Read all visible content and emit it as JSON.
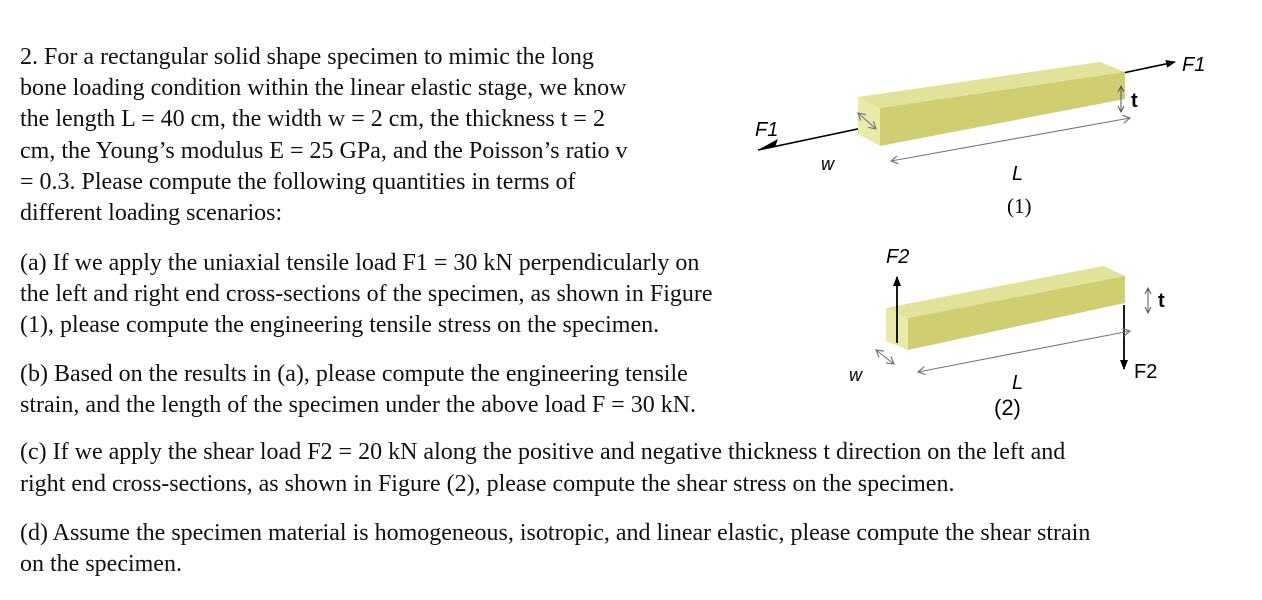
{
  "problem": {
    "intro_lines": [
      "2. For a rectangular solid shape specimen to mimic the long",
      "bone loading condition within the linear elastic stage, we know",
      "the length L = 40 cm, the width w = 2 cm, the thickness t = 2",
      "cm, the Young’s modulus E = 25 GPa, and the Poisson’s ratio v",
      "= 0.3. Please compute the following quantities in terms of",
      "different loading scenarios:"
    ],
    "part_a_lines": [
      "(a) If we apply the uniaxial tensile load F1 = 30 kN perpendicularly on",
      "the left and right end cross-sections of the specimen, as shown in Figure",
      "(1), please compute the engineering tensile stress on the specimen."
    ],
    "part_b_lines": [
      "(b) Based on the results in (a), please compute the engineering tensile",
      "strain, and the length of the specimen under the above load F = 30 kN."
    ],
    "part_c_lines": [
      "(c) If we apply the shear load F2 = 20 kN along the positive and negative thickness t direction on the left and",
      "right end cross-sections, as shown in Figure (2), please compute the shear stress on the specimen."
    ],
    "part_d_lines": [
      "(d) Assume the specimen material is homogeneous, isotropic, and linear elastic, please compute the shear strain",
      "on the specimen."
    ]
  },
  "figure1": {
    "force_label": "F1",
    "width_label": "w",
    "length_label": "L",
    "thickness_label": "t",
    "caption": "(1)"
  },
  "figure2": {
    "force_label": "F2",
    "width_label": "w",
    "length_label": "L",
    "thickness_label": "t",
    "caption": "(2)"
  },
  "colors": {
    "bar_top": "#e2e29a",
    "bar_front": "#cfcf72",
    "bar_side": "#e9e9aa",
    "text": "#111111"
  }
}
